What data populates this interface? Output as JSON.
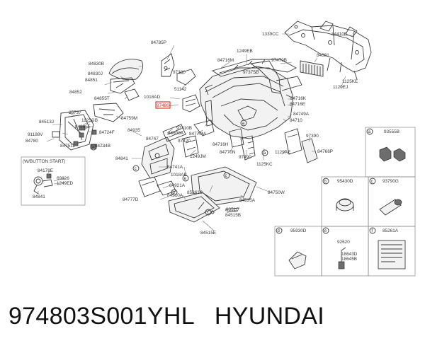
{
  "caption": {
    "part_number": "974803S001YHL",
    "brand": "HYUNDAI"
  },
  "callouts": {
    "c1339CC": "1339CC",
    "c84410E": "84410E",
    "c84785P": "84785P",
    "c1249EB": "1249EB",
    "c84830B": "84830B",
    "c84830J": "84830J",
    "c84851": "84851",
    "c84852": "84852",
    "c84855T": "84855T",
    "c97380": "97380",
    "c84716M": "84716M",
    "c97375D": "97375D",
    "c97470B": "97470B",
    "c84881": "84881",
    "c1125KE": "1125KE",
    "c1129EJ": "1129EJ",
    "c51142": "51142",
    "c1018AD": "1018AD",
    "c97480": "97480",
    "c84716K": "84716K",
    "c84716E": "84716E",
    "c84749A": "84749A",
    "c84710": "84710",
    "c85737": "85737",
    "c84513J": "84513J",
    "c1125GB": "1125GB",
    "c84295F": "84295F",
    "c84759M": "84759M",
    "c91188V": "91188V",
    "c84780": "84780",
    "c84724F": "84724F",
    "c84751L": "84751L",
    "c84734B": "84734B",
    "c84935": "84935",
    "c97410B": "97410B",
    "c84747": "84747",
    "c84600A": "84600A",
    "c84770M": "84770M",
    "c84716H": "84716H",
    "c97420": "97420",
    "c1249JM": "1249JM",
    "c84770N": "84770N",
    "c97490": "97490",
    "c1129AE": "1129AE",
    "c1125KC": "1125KC",
    "c97390": "97390",
    "c84766P": "84766P",
    "c84841": "84841",
    "c84741A": "84741A",
    "c1018AB": "1018AB",
    "c84921A": "84921A",
    "c85261C": "85261C",
    "c84510A": "84510A",
    "c84777D": "84777D",
    "c84535A": "84535A",
    "c84750W": "84750W",
    "c93510": "93510",
    "c84515B": "84515B",
    "c84515E": "84515E",
    "wbutton": "(W/BUTTON START)",
    "c84178E": "84178E",
    "c69826": "69826",
    "c1249ED": "1249ED",
    "c84841b": "84841"
  },
  "detail_boxes": [
    {
      "letter": "a",
      "part": "93555B"
    },
    {
      "letter": "b",
      "part": "95430D"
    },
    {
      "letter": "c",
      "part": "93790G"
    },
    {
      "letter": "d",
      "part": "95930D"
    },
    {
      "letter": "e",
      "parts": [
        "92620",
        "18643D",
        "18645B"
      ]
    },
    {
      "letter": "f",
      "part": "85261A"
    }
  ]
}
